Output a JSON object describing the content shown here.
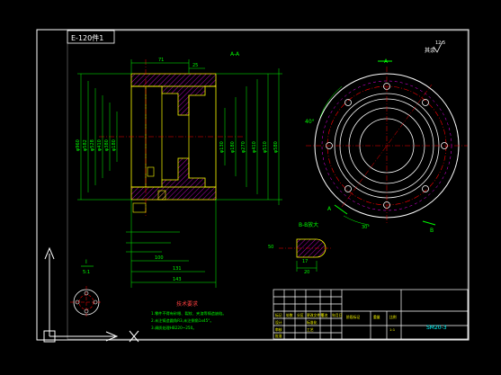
{
  "drawing": {
    "part_code": "E-120件1",
    "section_title": "A-A",
    "detail_title": "B-B放大",
    "roughness_symbol": "其余",
    "roughness_value": "12.5",
    "section_letter_a_top": "A",
    "section_letter_a_bottom": "A",
    "section_letter_b_bottom": "B",
    "section_letter_b_left": "B",
    "view_label_i": "I",
    "view_scale": "5:1",
    "angle_label": "40°",
    "angle_label_bottom": "30°",
    "dims_left": [
      "φ960",
      "φ582",
      "φ528",
      "φ410",
      "φ380",
      "φ180"
    ],
    "dims_right": [
      "φ130",
      "φ180",
      "φ270",
      "φ410",
      "φ510",
      "φ580"
    ],
    "dims_bottom": [
      "100",
      "131",
      "143"
    ],
    "dims_top": [
      "71",
      "25"
    ],
    "tech_notes_title": "技术要求",
    "tech_notes": [
      "1.零件不得有砂眼、裂纹、夹渣等铸造缺陷。",
      "2.未注铸造圆角R3,未注倒角1x45°。",
      "3.调质处理HB220~250。"
    ],
    "title_block": {
      "drawing_no": "SM20-3",
      "row_labels": [
        "标记",
        "处数",
        "分区",
        "更改文件号",
        "签名",
        "年月日"
      ],
      "cells": [
        "设计",
        "标准化",
        "阶段标记",
        "重量",
        "比例",
        "审核",
        "工艺",
        "批准"
      ],
      "scale": "1:1"
    },
    "detail_dims": [
      "50",
      "17",
      "20"
    ]
  },
  "colors": {
    "background": "#000000",
    "border": "#ffffff",
    "outline": "#ffff00",
    "dimension": "#00ff00",
    "center": "#ff0000",
    "hatch": "#ff00ff",
    "frame": "#00ffff",
    "title": "#00ffff",
    "accent": "#ff4040"
  }
}
